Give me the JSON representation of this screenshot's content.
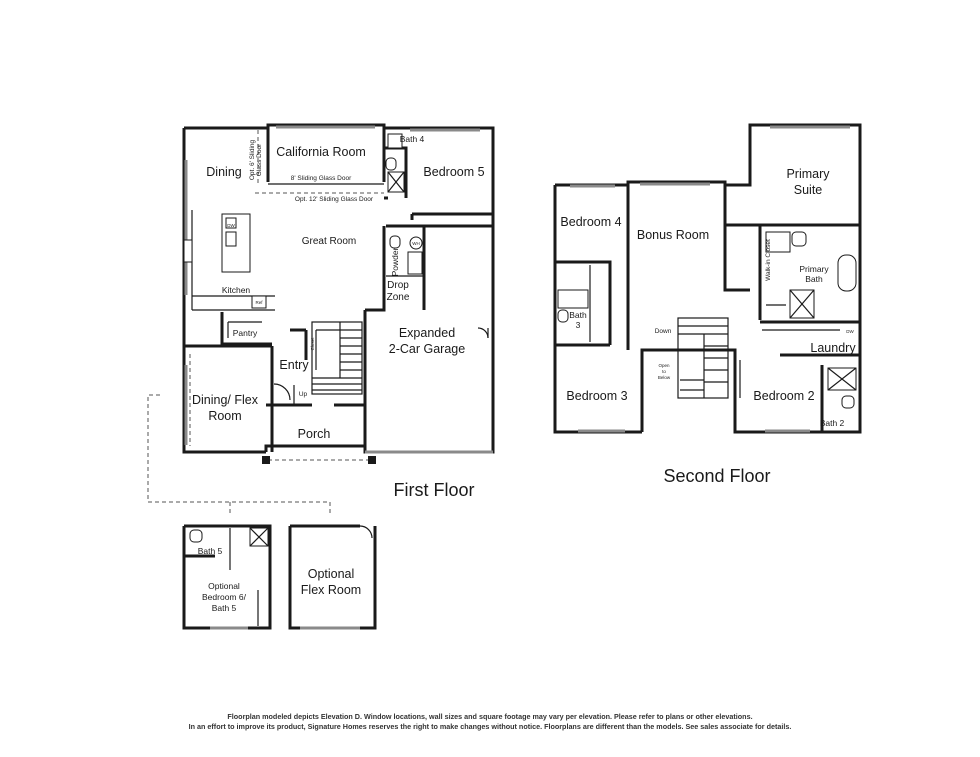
{
  "first_floor": {
    "title": "First Floor",
    "rooms": {
      "dining": "Dining",
      "california_room": "California Room",
      "bath4": "Bath 4",
      "bedroom5": "Bedroom 5",
      "sliding_door_8": "8' Sliding Glass Door",
      "sliding_door_opt6_1": "Opt. 6' Sliding",
      "sliding_door_opt6_2": "Glass Door",
      "sliding_door_opt12": "Opt. 12' Sliding Glass Door",
      "great_room": "Great Room",
      "powder": "Powder",
      "wh": "WH",
      "kitchen": "Kitchen",
      "ref": "Ref",
      "pantry": "Pantry",
      "drop_zone_1": "Drop",
      "drop_zone_2": "Zone",
      "garage_1": "Expanded",
      "garage_2": "2-Car Garage",
      "entry": "Entry",
      "up": "Up",
      "dining_flex_1": "Dining/ Flex",
      "dining_flex_2": "Room",
      "porch": "Porch",
      "dw": "DW",
      "closet": "Closet"
    }
  },
  "optional": {
    "bath5": "Bath 5",
    "bed6_1": "Optional",
    "bed6_2": "Bedroom 6/",
    "bed6_3": "Bath 5",
    "flex_1": "Optional",
    "flex_2": "Flex Room"
  },
  "second_floor": {
    "title": "Second Floor",
    "rooms": {
      "primary_suite_1": "Primary",
      "primary_suite_2": "Suite",
      "bedroom4": "Bedroom 4",
      "bonus_room": "Bonus Room",
      "walkin_closet": "Walk-in Closet",
      "primary_bath_1": "Primary",
      "primary_bath_2": "Bath",
      "bath3_1": "Bath",
      "bath3_2": "3",
      "down": "Down",
      "laundry": "Laundry",
      "open_below_1": "Open",
      "open_below_2": "to",
      "open_below_3": "Below",
      "bedroom3": "Bedroom 3",
      "bedroom2": "Bedroom 2",
      "bath2": "Bath 2",
      "dw": "DW"
    }
  },
  "disclaimer": {
    "line1": "Floorplan modeled depicts Elevation D. Window locations, wall sizes and square footage may vary per elevation. Please refer to plans or other elevations.",
    "line2": "In an effort to improve its product, Signature Homes reserves the right to make changes without notice. Floorplans are different than the models. See sales associate for details."
  }
}
